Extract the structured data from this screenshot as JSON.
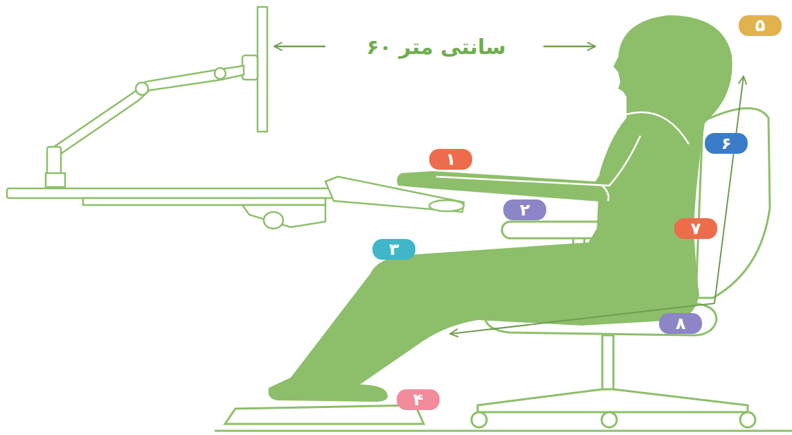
{
  "diagram": {
    "labels": [
      "۶۰ سانتی متر",
      "۱",
      "۲",
      "۳",
      "۴",
      "۵",
      "۶",
      "۷",
      "۸"
    ]
  }
}
